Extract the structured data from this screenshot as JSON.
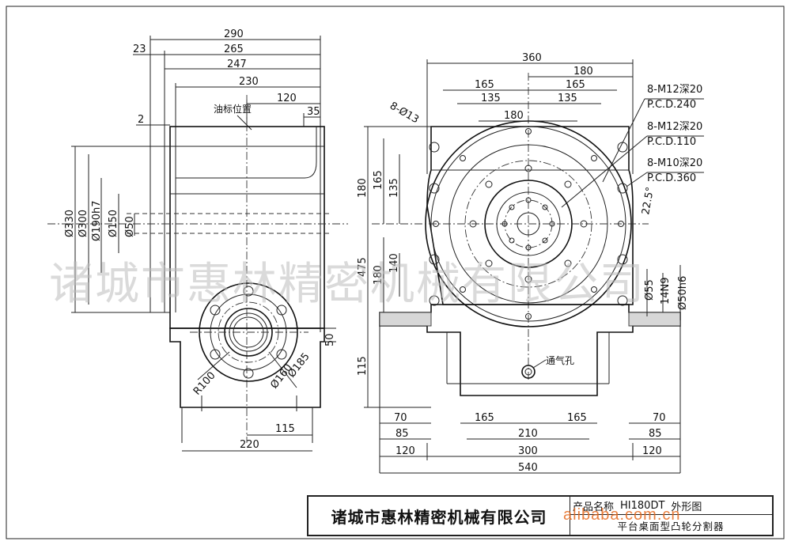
{
  "watermark": "诸城市惠林精密机械有限公司",
  "side_view": {
    "dims_top": [
      "290",
      "265",
      "247",
      "230",
      "120",
      "35",
      "23"
    ],
    "note_oil": "油标位置",
    "dim_2": "2",
    "dims_left": [
      "Ø330",
      "Ø300",
      "Ø190h7",
      "Ø150",
      "Ø50"
    ],
    "flange_dims": [
      "R100",
      "Ø160",
      "Ø185"
    ],
    "dims_bottom": [
      "50",
      "115",
      "220"
    ]
  },
  "front_view": {
    "dims_top": [
      "360",
      "180",
      "165",
      "165",
      "135",
      "135",
      "180"
    ],
    "hole_note": "8-Ø13",
    "callouts": [
      {
        "line1": "8-M12深20",
        "line2": "P.C.D.240"
      },
      {
        "line1": "8-M12深20",
        "line2": "P.C.D.110"
      },
      {
        "line1": "8-M10深20",
        "line2": "P.C.D.360"
      }
    ],
    "angle": "22.5°",
    "dims_left": [
      "180",
      "165",
      "135",
      "475",
      "140",
      "180",
      "115"
    ],
    "dims_right": [
      "Ø55",
      "14N9",
      "Ø50h6"
    ],
    "vent_note": "通气孔",
    "dims_bottom_row1": [
      "70",
      "165",
      "165",
      "70"
    ],
    "dims_bottom_row2": [
      "85",
      "210",
      "85"
    ],
    "dims_bottom_row3": [
      "120",
      "300",
      "120"
    ],
    "dims_bottom_total": "540"
  },
  "title_block": {
    "company": "诸城市惠林精密机械有限公司",
    "product_name_label": "产品名称",
    "model": "HI180DT",
    "drawing_type": "外形图",
    "description": "平台桌面型凸轮分割器"
  },
  "site_watermark": "alibaba.com.cn"
}
